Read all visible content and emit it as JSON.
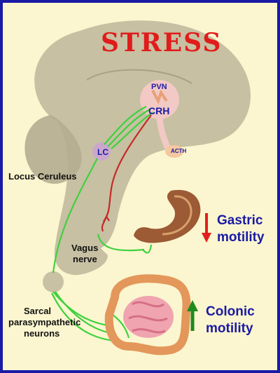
{
  "title": "STRESS",
  "labels": {
    "pvn": "PVN",
    "crh": "CRH",
    "lc": "LC",
    "acth": "ACTH",
    "locus_ceruleus": "Locus Ceruleus",
    "vagus_line1": "Vagus",
    "vagus_line2": "nerve",
    "sacral_line1": "Sarcal",
    "sacral_line2": "parasympathetic",
    "sacral_line3": "neurons",
    "gastric_line1": "Gastric",
    "gastric_line2": "motility",
    "colonic_line1": "Colonic",
    "colonic_line2": "motility"
  },
  "colors": {
    "frame": "#1a1aa6",
    "background": "#fbf6cf",
    "brain": "#bdb69a",
    "stress_text": "#e11b1b",
    "green_pathway": "#3fd13f",
    "red_pathway": "#c62828",
    "hypothalamus": "#f2c9c4",
    "decrease_arrow": "#e21e1e",
    "increase_arrow": "#1f8a1f",
    "blue_text": "#1a1aa6"
  },
  "arrows": {
    "gastric": "decrease",
    "colonic": "increase"
  }
}
